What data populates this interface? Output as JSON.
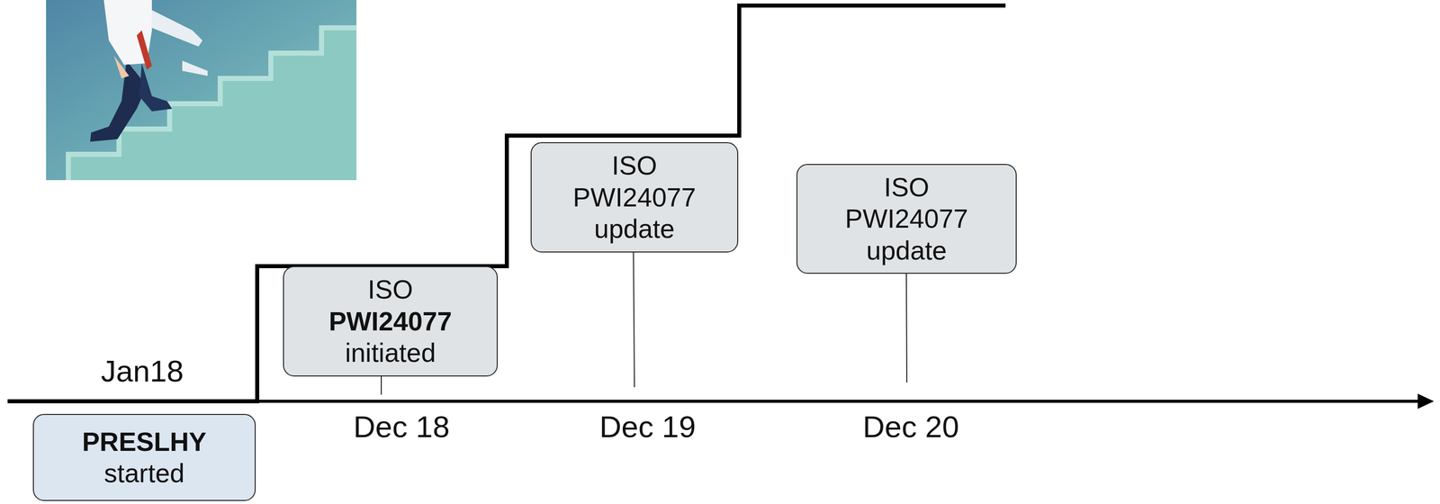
{
  "diagram": {
    "nodes": [
      {
        "text": [
          "PRESLHY",
          "started"
        ]
      },
      {
        "text": [
          "ISO PWI24077 initiated"
        ]
      },
      {
        "text": [
          "ISO PWI24077 update"
        ]
      },
      {
        "text": [
          "ISO PWI24077 update"
        ]
      }
    ],
    "labels": [
      "Jan18",
      "Dec 18",
      "Dec 19",
      "Dec 20"
    ]
  }
}
